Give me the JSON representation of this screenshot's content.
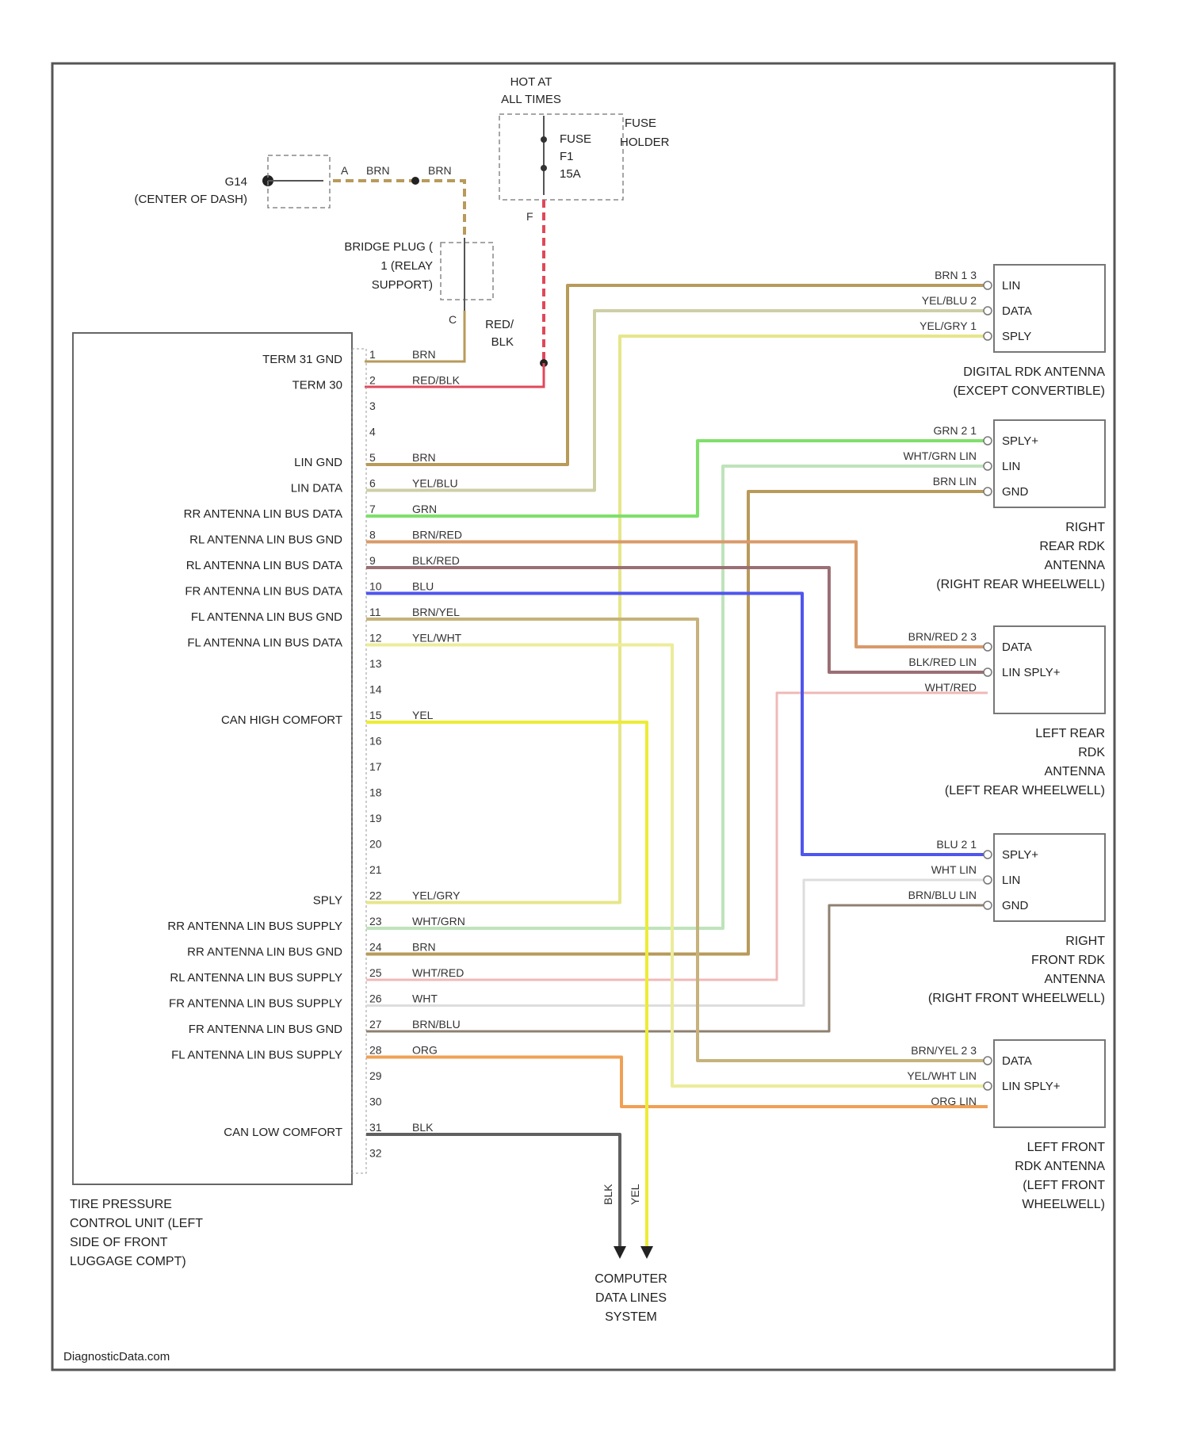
{
  "source_label": "DiagnosticData.com",
  "power": {
    "hot_label": [
      "HOT AT",
      "ALL TIMES"
    ],
    "fuse_lines": [
      "FUSE",
      "F1",
      "15A"
    ],
    "fuse_holder_lines": [
      "FUSE",
      "HOLDER"
    ],
    "fuse_pin": "F"
  },
  "ground": {
    "lines": [
      "G14",
      "(CENTER OF DASH)"
    ],
    "pin": "A",
    "wire_colors": [
      "BRN",
      "BRN"
    ]
  },
  "bridge": {
    "lines": [
      "BRIDGE PLUG (",
      "1 (RELAY",
      "SUPPORT)"
    ],
    "pin": "C"
  },
  "feed_wire_label": [
    "RED/",
    "BLK"
  ],
  "control_unit": {
    "title_lines": [
      "TIRE PRESSURE",
      "CONTROL UNIT (LEFT",
      "SIDE OF FRONT",
      "LUGGAGE COMPT)"
    ],
    "pins": [
      {
        "n": "1",
        "func": "TERM 31 GND",
        "wire": "BRN"
      },
      {
        "n": "2",
        "func": "TERM 30",
        "wire": "RED/BLK"
      },
      {
        "n": "3",
        "func": "",
        "wire": ""
      },
      {
        "n": "4",
        "func": "",
        "wire": ""
      },
      {
        "n": "5",
        "func": "LIN GND",
        "wire": "BRN"
      },
      {
        "n": "6",
        "func": "LIN DATA",
        "wire": "YEL/BLU"
      },
      {
        "n": "7",
        "func": "RR ANTENNA LIN BUS DATA",
        "wire": "GRN"
      },
      {
        "n": "8",
        "func": "RL ANTENNA LIN BUS GND",
        "wire": "BRN/RED"
      },
      {
        "n": "9",
        "func": "RL ANTENNA LIN BUS DATA",
        "wire": "BLK/RED"
      },
      {
        "n": "10",
        "func": "FR ANTENNA LIN BUS DATA",
        "wire": "BLU"
      },
      {
        "n": "11",
        "func": "FL ANTENNA LIN BUS GND",
        "wire": "BRN/YEL"
      },
      {
        "n": "12",
        "func": "FL ANTENNA LIN BUS DATA",
        "wire": "YEL/WHT"
      },
      {
        "n": "13",
        "func": "",
        "wire": ""
      },
      {
        "n": "14",
        "func": "",
        "wire": ""
      },
      {
        "n": "15",
        "func": "CAN HIGH COMFORT",
        "wire": "YEL"
      },
      {
        "n": "16",
        "func": "",
        "wire": ""
      },
      {
        "n": "17",
        "func": "",
        "wire": ""
      },
      {
        "n": "18",
        "func": "",
        "wire": ""
      },
      {
        "n": "19",
        "func": "",
        "wire": ""
      },
      {
        "n": "20",
        "func": "",
        "wire": ""
      },
      {
        "n": "21",
        "func": "",
        "wire": ""
      },
      {
        "n": "22",
        "func": "SPLY",
        "wire": "YEL/GRY"
      },
      {
        "n": "23",
        "func": "RR ANTENNA LIN BUS SUPPLY",
        "wire": "WHT/GRN"
      },
      {
        "n": "24",
        "func": "RR ANTENNA LIN BUS GND",
        "wire": "BRN"
      },
      {
        "n": "25",
        "func": "RL ANTENNA LIN BUS SUPPLY",
        "wire": "WHT/RED"
      },
      {
        "n": "26",
        "func": "FR ANTENNA LIN BUS SUPPLY",
        "wire": "WHT"
      },
      {
        "n": "27",
        "func": "FR ANTENNA LIN BUS GND",
        "wire": "BRN/BLU"
      },
      {
        "n": "28",
        "func": "FL ANTENNA LIN BUS SUPPLY",
        "wire": "ORG"
      },
      {
        "n": "29",
        "func": "",
        "wire": ""
      },
      {
        "n": "30",
        "func": "",
        "wire": ""
      },
      {
        "n": "31",
        "func": "CAN LOW COMFORT",
        "wire": "BLK"
      },
      {
        "n": "32",
        "func": "",
        "wire": ""
      }
    ]
  },
  "antennas": [
    {
      "name_lines": [
        "DIGITAL RDK ANTENNA",
        "(EXCEPT CONVERTIBLE)"
      ],
      "terminals": [
        "LIN",
        "DATA",
        "SPLY"
      ],
      "wires": [
        "BRN 1 3",
        "YEL/BLU 2",
        "YEL/GRY 1"
      ]
    },
    {
      "name_lines": [
        "RIGHT",
        "REAR RDK",
        "ANTENNA",
        "(RIGHT REAR WHEELWELL)"
      ],
      "terminals": [
        "SPLY+",
        "LIN",
        "GND"
      ],
      "wires": [
        "GRN 2 1",
        "WHT/GRN LIN",
        "BRN LIN"
      ]
    },
    {
      "name_lines": [
        "LEFT REAR",
        "RDK",
        "ANTENNA",
        "(LEFT REAR WHEELWELL)"
      ],
      "terminals": [
        "DATA",
        "LIN SPLY+"
      ],
      "wires": [
        "BRN/RED 2 3",
        "BLK/RED LIN",
        "WHT/RED"
      ]
    },
    {
      "name_lines": [
        "RIGHT",
        "FRONT RDK",
        "ANTENNA",
        "(RIGHT FRONT WHEELWELL)"
      ],
      "terminals": [
        "SPLY+",
        "LIN",
        "GND"
      ],
      "wires": [
        "BLU 2 1",
        "WHT LIN",
        "BRN/BLU LIN"
      ]
    },
    {
      "name_lines": [
        "LEFT FRONT",
        "RDK ANTENNA",
        "(LEFT FRONT",
        "WHEELWELL)"
      ],
      "terminals": [
        "DATA",
        "LIN SPLY+"
      ],
      "wires": [
        "BRN/YEL 2 3",
        "YEL/WHT LIN",
        "ORG LIN"
      ]
    }
  ],
  "data_lines": {
    "name_lines": [
      "COMPUTER",
      "DATA LINES",
      "SYSTEM"
    ],
    "wire_tags": [
      "BLK",
      "YEL"
    ]
  },
  "colors": {
    "BRN": "#b89a5a",
    "RED/BLK": "#e0485a",
    "YEL/BLU": "#cfcfa6",
    "GRN": "#7fe06a",
    "BRN/RED": "#d99a6a",
    "BLK/RED": "#9a6f74",
    "BLU": "#4f55ee",
    "BRN/YEL": "#c6b27a",
    "YEL/WHT": "#ecec9a",
    "YEL": "#ecec36",
    "YEL/GRY": "#e6e68a",
    "WHT/GRN": "#bfe3bb",
    "WHT/RED": "#f0b8b8",
    "WHT": "#dddddd",
    "BRN/BLU": "#8f8070",
    "ORG": "#f0a055",
    "BLK": "#606060"
  }
}
